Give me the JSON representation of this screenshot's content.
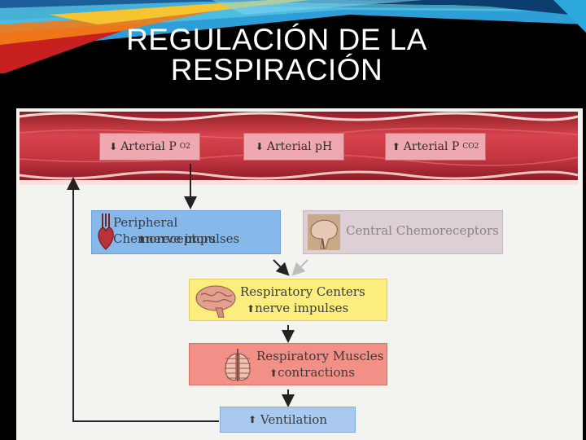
{
  "slide": {
    "title_line1": "REGULACIÓN DE LA",
    "title_line2": "RESPIRACIÓN"
  },
  "blood_levels": [
    {
      "arrow": "down",
      "label": "Arterial P",
      "subscript": "O2"
    },
    {
      "arrow": "down",
      "label": "Arterial pH",
      "subscript": ""
    },
    {
      "arrow": "up",
      "label": "Arterial P",
      "subscript": "CO2"
    }
  ],
  "peripheral": {
    "title": "Peripheral Chemoreceptors",
    "detail": "nerve impulses",
    "detail_arrow": "up",
    "icon": "heart-vessels-icon"
  },
  "central": {
    "title": "Central Chemoreceptors",
    "icon": "brain-section-icon"
  },
  "centers": {
    "title": "Respiratory Centers",
    "detail": "nerve impulses",
    "detail_arrow": "up",
    "icon": "brain-icon"
  },
  "muscles": {
    "title": "Respiratory Muscles",
    "detail": "contractions",
    "detail_arrow": "up",
    "icon": "ribcage-lungs-icon"
  },
  "ventilation": {
    "label": "Ventilation",
    "arrow": "up"
  },
  "colors": {
    "vessel": "#c9343f",
    "peripheral": "#87b8ea",
    "central": "#dccfd5",
    "centers": "#fbee7e",
    "muscles": "#f29088",
    "ventilation": "#a9c9ee"
  }
}
